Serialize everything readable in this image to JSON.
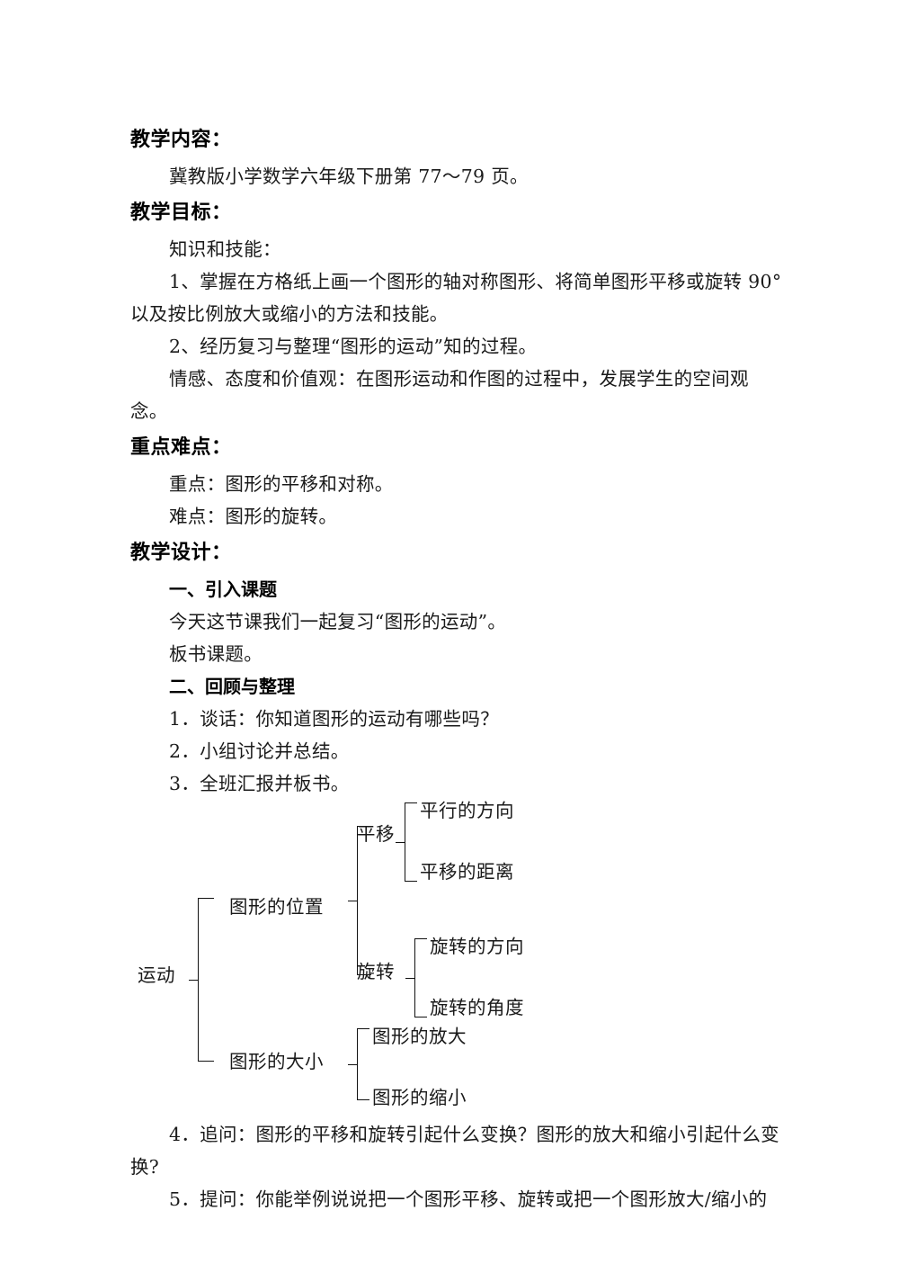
{
  "document": {
    "sections": [
      {
        "heading": "教学内容：",
        "lines": [
          "冀教版小学数学六年级下册第 77〜79 页。"
        ]
      },
      {
        "heading": "教学目标：",
        "lines": [
          "知识和技能：",
          "1、掌握在方格纸上画一个图形的轴对称图形、将简单图形平移或旋转 90°以及按比例放大或缩小的方法和技能。",
          "2、经历复习与整理“图形的运动”知的过程。",
          "情感、态度和价值观：在图形运动和作图的过程中，发展学生的空间观念。"
        ]
      },
      {
        "heading": "重点难点：",
        "lines": [
          "重点：图形的平移和对称。",
          "难点：图形的旋转。"
        ]
      },
      {
        "heading": "教学设计：",
        "lines": []
      }
    ],
    "design": {
      "part_one_title": "一、引入课题",
      "part_one_lines": [
        "今天这节课我们一起复习“图形的运动”。",
        "板书课题。"
      ],
      "part_two_title": "二、回顾与整理",
      "part_two_lines": [
        "1．谈话：你知道图形的运动有哪些吗？",
        "2．小组讨论并总结。",
        "3．全班汇报并板书。"
      ],
      "after_tree_lines": [
        "4．追问：图形的平移和旋转引起什么变换？图形的放大和缩小引起什么变换?",
        "5．提问：你能举例说说把一个图形平移、旋转或把一个图形放大/缩小的"
      ]
    },
    "tree": {
      "root": "运动",
      "branch_position": "图形的位置",
      "branch_size": "图形的大小",
      "node_translate": "平移",
      "node_rotate": "旋转",
      "leaf_translate_1": "平行的方向",
      "leaf_translate_2": "平移的距离",
      "leaf_rotate_1": "旋转的方向",
      "leaf_rotate_2": "旋转的角度",
      "leaf_size_1": "图形的放大",
      "leaf_size_2": "图形的缩小"
    }
  }
}
